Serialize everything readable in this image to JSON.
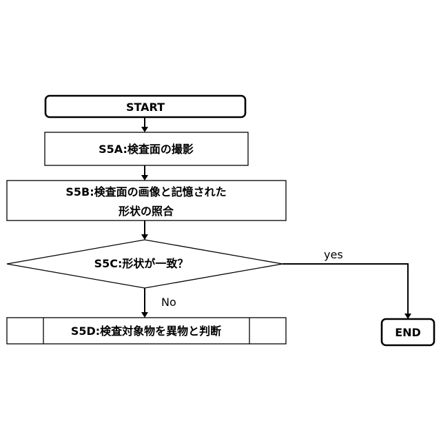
{
  "nodes": {
    "start": "START",
    "s5a": "S5A:検査面の撮影",
    "s5b_line1": "S5B:検査面の画像と記憶された",
    "s5b_line2": "形状の照合",
    "s5c": "S5C:形状が一致？",
    "s5d": "S5D:検査対象物を異物と判断",
    "end": "END"
  },
  "edges": {
    "yes": "yes",
    "no": "No"
  }
}
